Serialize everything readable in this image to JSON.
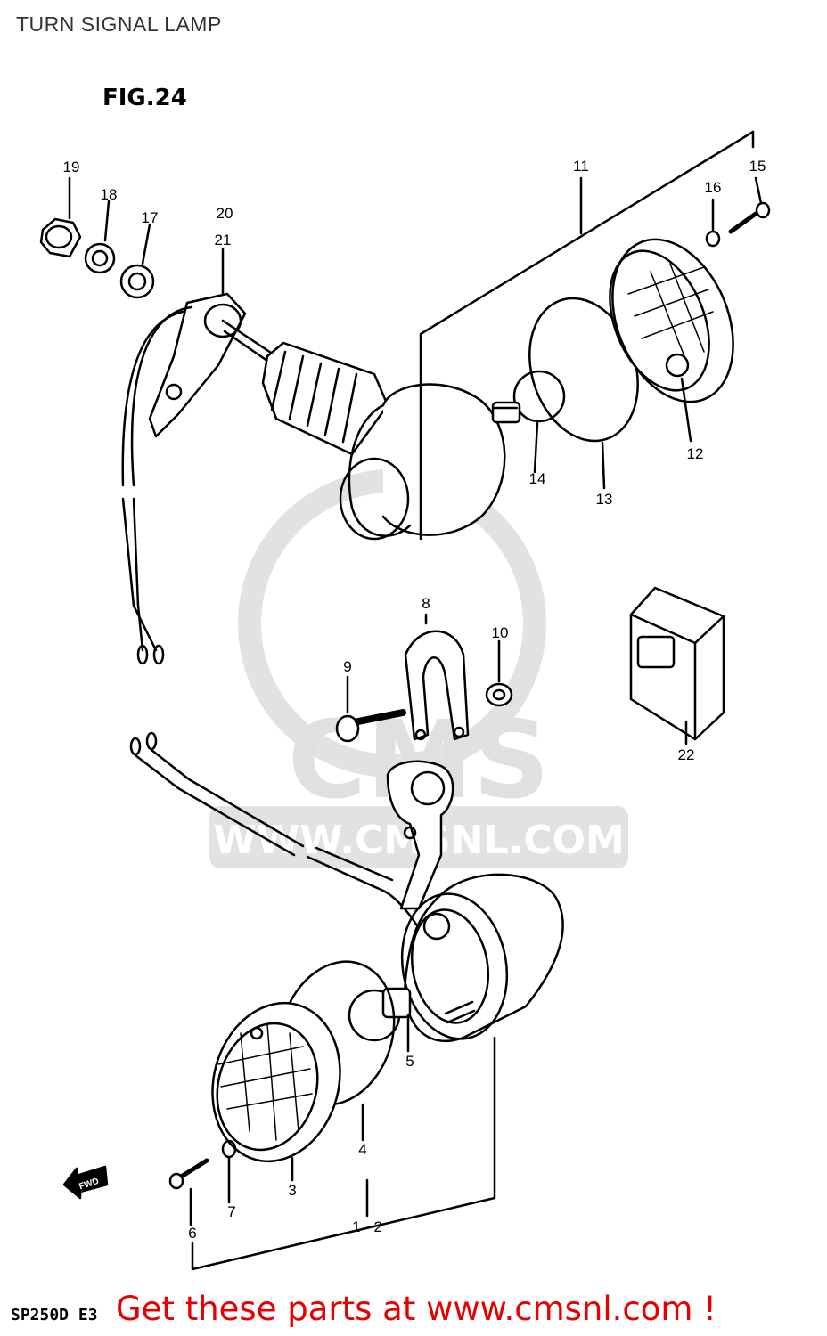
{
  "page": {
    "title": "TURN SIGNAL LAMP",
    "figure_label": "FIG.24",
    "model_code": "SP250D E3",
    "footer_text": "Get these parts at www.cmsnl.com !",
    "watermark": "CMS",
    "watermark_url": "WWW.CMSNL.COM",
    "forward_marker": "FWD"
  },
  "callouts": [
    {
      "id": "c19",
      "label": "19"
    },
    {
      "id": "c18",
      "label": "18"
    },
    {
      "id": "c17",
      "label": "17"
    },
    {
      "id": "c20",
      "label": "20"
    },
    {
      "id": "c21",
      "label": "21"
    },
    {
      "id": "c11",
      "label": "11"
    },
    {
      "id": "c16",
      "label": "16"
    },
    {
      "id": "c15",
      "label": "15"
    },
    {
      "id": "c12",
      "label": "12"
    },
    {
      "id": "c14",
      "label": "14"
    },
    {
      "id": "c13",
      "label": "13"
    },
    {
      "id": "c8",
      "label": "8"
    },
    {
      "id": "c10",
      "label": "10"
    },
    {
      "id": "c9",
      "label": "9"
    },
    {
      "id": "c22",
      "label": "22"
    },
    {
      "id": "c5",
      "label": "5"
    },
    {
      "id": "c4",
      "label": "4"
    },
    {
      "id": "c3",
      "label": "3"
    },
    {
      "id": "c7",
      "label": "7"
    },
    {
      "id": "c6",
      "label": "6"
    },
    {
      "id": "c12b",
      "label": "1 · 2"
    }
  ],
  "colors": {
    "ink": "#000000",
    "footer": "#e60000",
    "watermark": "#d8d8d8"
  }
}
